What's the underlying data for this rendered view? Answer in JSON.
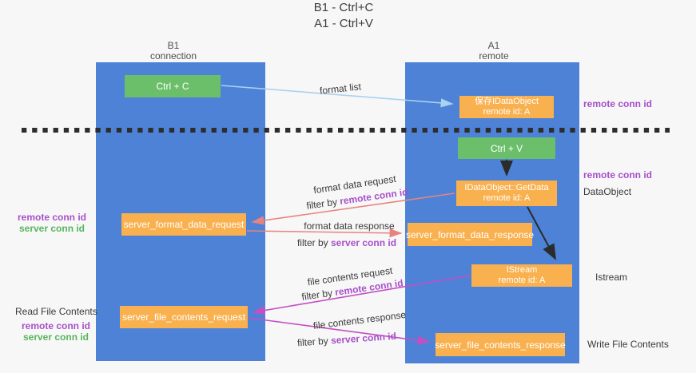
{
  "title": {
    "line1": "B1 - Ctrl+C",
    "line2": "A1 - Ctrl+V"
  },
  "lanes": {
    "left": {
      "name": "B1",
      "role": "connection"
    },
    "right": {
      "name": "A1",
      "role": "remote"
    }
  },
  "nodes": {
    "ctrl_c": {
      "label": "Ctrl + C"
    },
    "ctrl_v": {
      "label": "Ctrl + V"
    },
    "save_dataobject": {
      "line1": "保存IDataObject",
      "line2": "remote id: A"
    },
    "getdata": {
      "line1": "IDataObject::GetData",
      "line2": "remote id: A"
    },
    "istream": {
      "line1": "IStream",
      "line2": "remote id: A"
    },
    "server_format_data_request": {
      "label": "server_format_data_request"
    },
    "server_format_data_response": {
      "label": "server_format_data_response"
    },
    "server_file_contents_request": {
      "label": "server_file_contents_request"
    },
    "server_file_contents_response": {
      "label": "server_file_contents_response"
    }
  },
  "flows": {
    "format_list": {
      "label": "format list"
    },
    "format_request": {
      "label": "format data request",
      "filter_prefix": "filter by",
      "filter_key": "remote conn id"
    },
    "format_response": {
      "label": "format data response",
      "filter_prefix": "filter by",
      "filter_key": "server conn id"
    },
    "file_request": {
      "label": "file contents request",
      "filter_prefix": "filter by",
      "filter_key": "remote conn id"
    },
    "file_response": {
      "label": "file contents response",
      "filter_prefix": "filter by",
      "filter_key": "server conn id"
    }
  },
  "annotations": {
    "remote_conn_id_top": "remote conn id",
    "remote_conn_id_mid": "remote conn id",
    "dataobject": "DataObject",
    "istream": "Istream",
    "write_file_contents": "Write File Contents",
    "read_file_contents": "Read File Contents",
    "format_remote_conn_id": "remote conn id",
    "format_server_conn_id": "server conn id",
    "file_remote_conn_id": "remote conn id",
    "file_server_conn_id": "server conn id"
  },
  "colors": {
    "lane_blue": "#4d82d7",
    "node_orange": "#f9b04e",
    "node_green": "#6cbf6a",
    "purple_text": "#a750c8",
    "green_text": "#58b55c",
    "arrow_salmon": "#e8837f",
    "arrow_magenta": "#c44fc3",
    "arrow_lightblue": "#a8d2f0",
    "arrow_black": "#2b2b2b",
    "background": "#f7f7f8"
  }
}
